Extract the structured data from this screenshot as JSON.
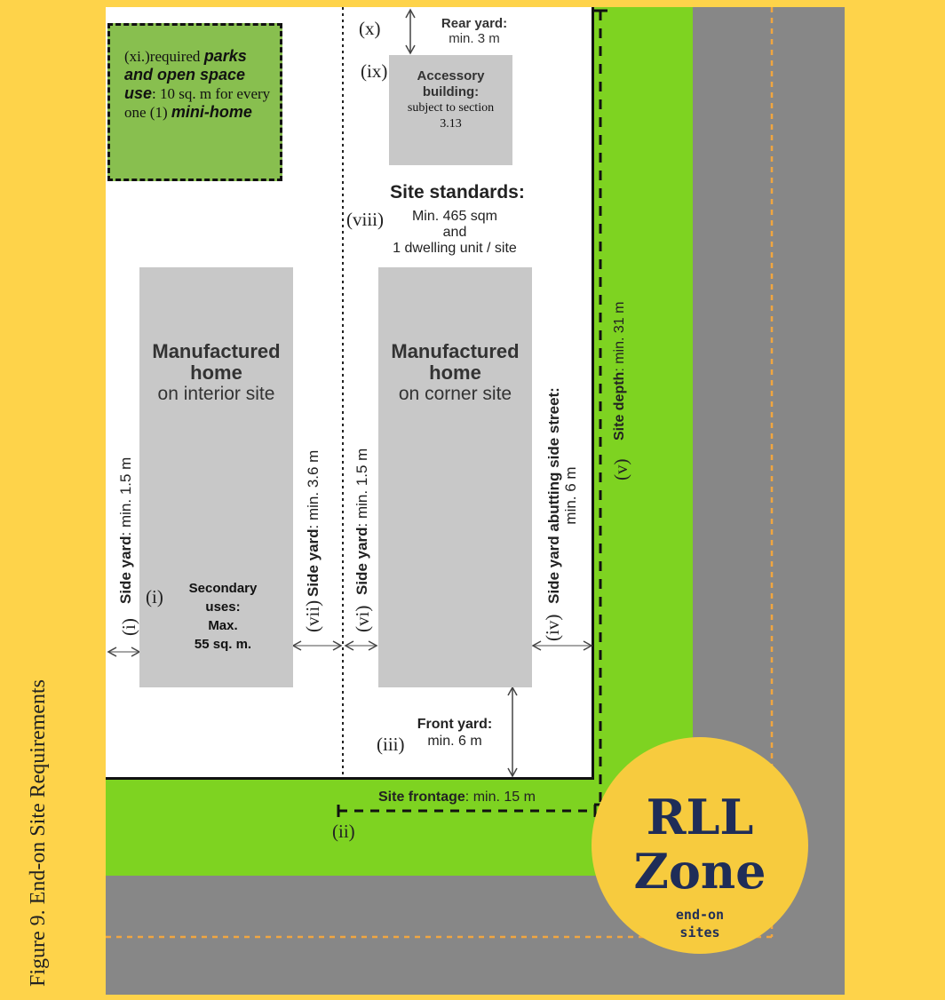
{
  "figure": {
    "caption": "Figure 9. End-on Site Requirements"
  },
  "park": {
    "num": "(xi.)",
    "pre": "required",
    "em1": "parks and open space use",
    "mid": ": 10 sq. m for every one (1)",
    "em2": "mini-home"
  },
  "interior": {
    "title1": "Manufactured",
    "title2": "home",
    "sub": "on interior site",
    "secondary_num": "(i)",
    "secondary_l1": "Secondary",
    "secondary_l2": "uses:",
    "secondary_l3": "Max.",
    "secondary_l4": "55 sq. m."
  },
  "corner": {
    "title1": "Manufactured",
    "title2": "home",
    "sub": "on corner site"
  },
  "rear": {
    "num": "(x)",
    "label": "Rear yard:",
    "value": "min. 3 m"
  },
  "accessory": {
    "num": "(ix)",
    "l1": "Accessory",
    "l2": "building:",
    "l3": "subject to section",
    "l4": "3.13"
  },
  "standards": {
    "title": "Site standards:",
    "num": "(viii)",
    "l1": "Min. 465 sqm",
    "l2": "and",
    "l3": "1 dwelling unit / site"
  },
  "yards": {
    "i_num": "(i)",
    "i_bold": "Side yard",
    "i_val": ": min. 1.5 m",
    "vii_num": "(vii)",
    "vii_bold": "Side yard",
    "vii_val": ": min. 3.6 m",
    "vi_num": "(vi)",
    "vi_bold": "Side yard",
    "vi_val": ": min. 1.5 m",
    "iv_num": "(iv)",
    "iv_l1": "Side yard abutting side street:",
    "iv_l2": "min. 6 m",
    "v_num": "(v)",
    "v_bold": "Site depth",
    "v_val": ": min. 31 m",
    "iii_num": "(iii)",
    "iii_label": "Front yard:",
    "iii_val": "min. 6 m",
    "ii_num": "(ii)",
    "ii_bold": "Site frontage",
    "ii_val": ": min. 15 m"
  },
  "badge": {
    "l1": "RLL",
    "l2": "Zone",
    "l3": "end-on",
    "l4": "sites"
  },
  "colors": {
    "background": "#fed34a",
    "road": "#878787",
    "grass": "#7ed321",
    "park": "#88bf4f",
    "badge": "#f7cb3e",
    "badge_text": "#1f2d58",
    "home": "#c8c8c8"
  }
}
